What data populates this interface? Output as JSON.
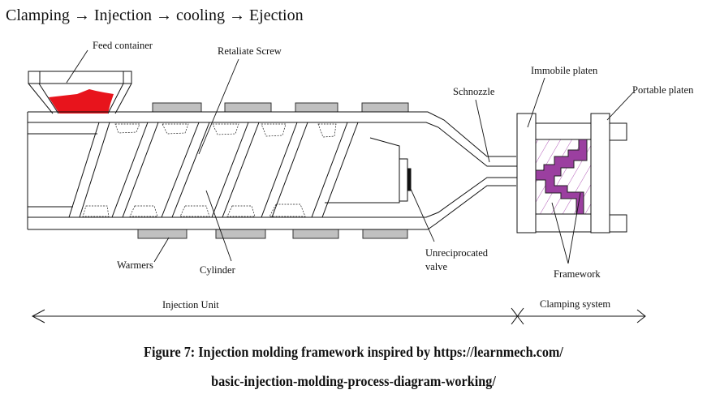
{
  "process_flow": {
    "steps": [
      "Clamping",
      "Injection",
      "cooling",
      "Ejection"
    ],
    "separator": "→",
    "text": "Clamping → Injection → cooling → Ejection"
  },
  "labels": {
    "feed_container": "Feed container",
    "retaliate_screw": "Retaliate Screw",
    "schnozzle": "Schnozzle",
    "immobile_platen": "Immobile platen",
    "portable_platen": "Portable platen",
    "warmers": "Warmers",
    "cylinder": "Cylinder",
    "unreciprocated_valve_line1": "Unreciprocated",
    "unreciprocated_valve_line2": "valve",
    "framework": "Framework",
    "injection_unit": "Injection Unit",
    "clamping_system": "Clamping system"
  },
  "colors": {
    "feed_material": "#e8141c",
    "mold_cavity": "#9b3fa0",
    "heater": "#c0c0c0",
    "outline": "#111111"
  },
  "caption": {
    "line1": "Figure 7: Injection molding framework inspired by https://learnmech.com/",
    "line2": "basic-injection-molding-process-diagram-working/"
  }
}
